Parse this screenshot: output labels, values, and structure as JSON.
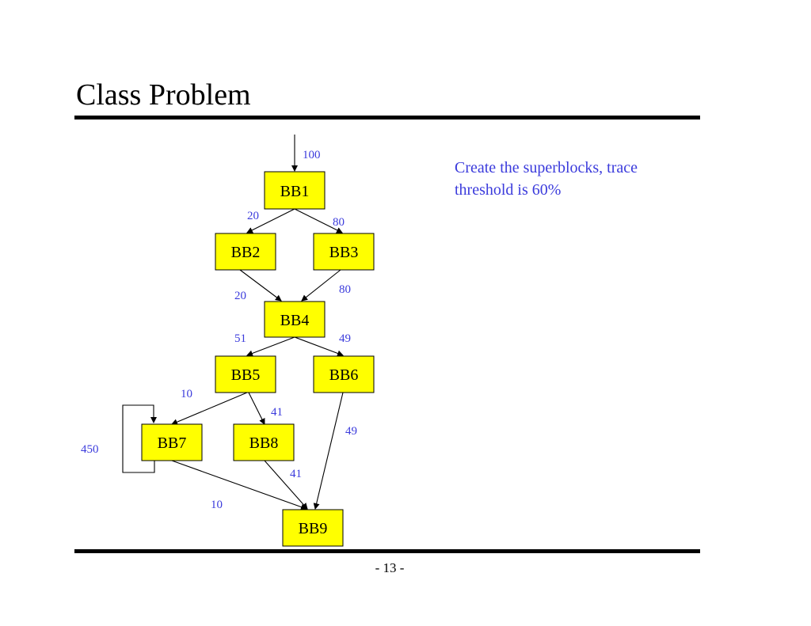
{
  "slide": {
    "title": "Class Problem",
    "note": "Create the superblocks, trace threshold is 60%",
    "page_number": "- 13 -"
  },
  "colors": {
    "node_fill": "#ffff00",
    "label_color": "#3b3bdc"
  },
  "diagram": {
    "nodes": [
      {
        "id": "BB1",
        "label": "BB1"
      },
      {
        "id": "BB2",
        "label": "BB2"
      },
      {
        "id": "BB3",
        "label": "BB3"
      },
      {
        "id": "BB4",
        "label": "BB4"
      },
      {
        "id": "BB5",
        "label": "BB5"
      },
      {
        "id": "BB6",
        "label": "BB6"
      },
      {
        "id": "BB7",
        "label": "BB7"
      },
      {
        "id": "BB8",
        "label": "BB8"
      },
      {
        "id": "BB9",
        "label": "BB9"
      }
    ],
    "edges": [
      {
        "from": "entry",
        "to": "BB1",
        "weight": "100"
      },
      {
        "from": "BB1",
        "to": "BB2",
        "weight": "20"
      },
      {
        "from": "BB1",
        "to": "BB3",
        "weight": "80"
      },
      {
        "from": "BB2",
        "to": "BB4",
        "weight": "20"
      },
      {
        "from": "BB3",
        "to": "BB4",
        "weight": "80"
      },
      {
        "from": "BB4",
        "to": "BB5",
        "weight": "51"
      },
      {
        "from": "BB4",
        "to": "BB6",
        "weight": "49"
      },
      {
        "from": "BB5",
        "to": "BB7",
        "weight": "10"
      },
      {
        "from": "BB5",
        "to": "BB8",
        "weight": "41"
      },
      {
        "from": "BB6",
        "to": "BB9",
        "weight": "49"
      },
      {
        "from": "BB7",
        "to": "BB7",
        "weight": "450"
      },
      {
        "from": "BB7",
        "to": "BB9",
        "weight": "10"
      },
      {
        "from": "BB8",
        "to": "BB9",
        "weight": "41"
      }
    ]
  }
}
